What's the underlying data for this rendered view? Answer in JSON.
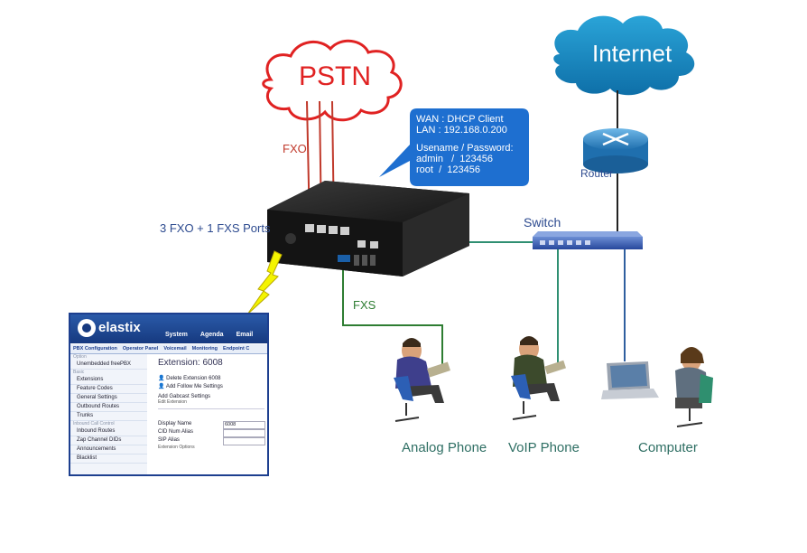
{
  "labels": {
    "pstn": "PSTN",
    "internet": "Internet",
    "router": "Router",
    "switch": "Switch",
    "fxo": "FXO",
    "fxs": "FXS",
    "ports": "3 FXO + 1 FXS Ports",
    "analog_phone": "Analog Phone",
    "voip_phone": "VoIP Phone",
    "computer": "Computer"
  },
  "info_bubble": {
    "wan": "WAN : DHCP Client",
    "lan": "LAN : 192.168.0.200",
    "cred_title": "Usename / Password:",
    "cred1": "admin   /  123456",
    "cred2": "root  /  123456"
  },
  "elastix": {
    "logo": "elastix",
    "menu": [
      "System",
      "Agenda",
      "Email"
    ],
    "tabs": [
      "PBX Configuration",
      "Operator Panel",
      "Voicemail",
      "Monitoring",
      "Endpoint C"
    ],
    "sidebar": [
      {
        "type": "header",
        "text": "Option"
      },
      {
        "type": "item",
        "text": "Unembedded freePBX"
      },
      {
        "type": "header",
        "text": "Basic"
      },
      {
        "type": "item",
        "text": "Extensions"
      },
      {
        "type": "item",
        "text": "Feature Codes"
      },
      {
        "type": "item",
        "text": "General Settings"
      },
      {
        "type": "item",
        "text": "Outbound Routes"
      },
      {
        "type": "item",
        "text": "Trunks"
      },
      {
        "type": "header",
        "text": "Inbound Call Control"
      },
      {
        "type": "item",
        "text": "Inbound Routes"
      },
      {
        "type": "item",
        "text": "Zap Channel DIDs"
      },
      {
        "type": "item",
        "text": "Announcements"
      },
      {
        "type": "item",
        "text": "Blacklist"
      }
    ],
    "main": {
      "title": "Extension: 6008",
      "link1": "Delete Extension 6008",
      "link2": "Add Follow Me Settings",
      "link3": "Add Gabcast Settings",
      "section": "Edit Extension",
      "field1_label": "Display Name",
      "field1_value": "6008",
      "field2_label": "CID Num Alias",
      "field3_label": "SIP Alias",
      "section2": "Extension Options"
    }
  },
  "colors": {
    "cloud": "#1b8fc4",
    "pstn_outline": "#e02222",
    "fxo_line": "#c0392b",
    "lan_line": "#2f8f72",
    "fxs_line": "#2e7d32",
    "bubble": "#1e6fd0",
    "label_blue": "#2c4a8f",
    "label_teal": "#2f6f64"
  }
}
